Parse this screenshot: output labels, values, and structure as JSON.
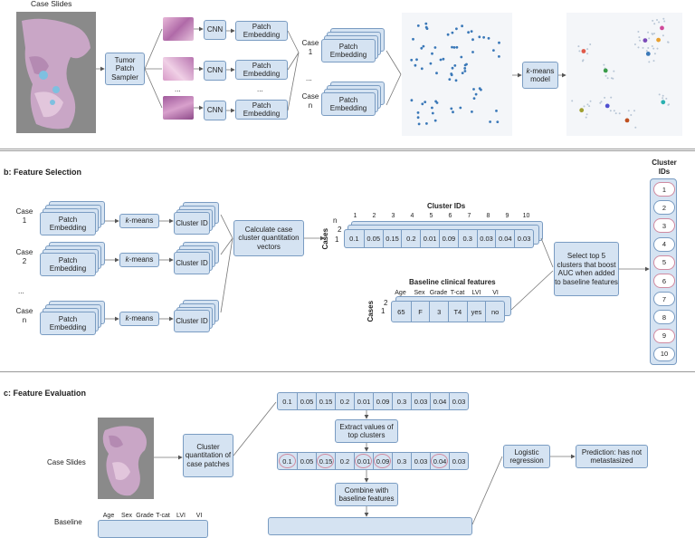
{
  "panel_a": {
    "case_slides_label": "Case Slides",
    "tumor_patch_sampler": "Tumor Patch Sampler",
    "cnn": "CNN",
    "patch_embedding": "Patch Embedding",
    "ellipsis": "...",
    "case_1": "Case 1",
    "case_n": "Case n",
    "kmeans_model_k": "k",
    "kmeans_model_rest": "-means model"
  },
  "panel_b": {
    "title": "b: Feature Selection",
    "case_1": "Case 1",
    "case_2": "Case 2",
    "case_n": "Case n",
    "ellipsis": "...",
    "patch_embedding": "Patch Embedding",
    "kmeans_k": "k",
    "kmeans_rest": "-means",
    "cluster_id": "Cluster ID",
    "calc_vectors": "Calculate case cluster quantitation vectors",
    "cluster_ids_title": "Cluster IDs",
    "cluster_id_numbers": [
      "1",
      "2",
      "3",
      "4",
      "5",
      "6",
      "7",
      "8",
      "9",
      "10"
    ],
    "stack_n": "n",
    "stack_2": "2",
    "stack_1": "1",
    "cases_label": "Cases",
    "cluster_values": [
      "0.1",
      "0.05",
      "0.15",
      "0.2",
      "0.01",
      "0.09",
      "0.3",
      "0.03",
      "0.04",
      "0.03"
    ],
    "baseline_title": "Baseline clinical features",
    "baseline_headers": [
      "Age",
      "Sex",
      "Grade",
      "T-cat",
      "LVI",
      "VI"
    ],
    "baseline_values": [
      "65",
      "F",
      "3",
      "T4",
      "yes",
      "no"
    ],
    "select_top": "Select top 5 clusters that boost AUC when added to baseline features",
    "right_title": "Cluster IDs",
    "right_ids": [
      "1",
      "2",
      "3",
      "4",
      "5",
      "6",
      "7",
      "8",
      "9",
      "10"
    ]
  },
  "panel_c": {
    "title": "c: Feature Evaluation",
    "case_slides_label": "Case Slides",
    "cluster_quant": "Cluster quantitation of case patches",
    "values_row1": [
      "0.1",
      "0.05",
      "0.15",
      "0.2",
      "0.01",
      "0.09",
      "0.3",
      "0.03",
      "0.04",
      "0.03"
    ],
    "extract": "Extract values of top clusters",
    "values_row2": [
      "0.1",
      "0.05",
      "0.15",
      "0.2",
      "0.01",
      "0.09",
      "0.3",
      "0.03",
      "0.04",
      "0.03"
    ],
    "combine": "Combine with baseline features",
    "logistic": "Logistic regression",
    "prediction": "Prediction: has not metastasized",
    "baseline_partial": "Baseline",
    "baseline_headers": [
      "Age",
      "Sex",
      "Grade",
      "T-cat",
      "LVI",
      "VI"
    ]
  }
}
